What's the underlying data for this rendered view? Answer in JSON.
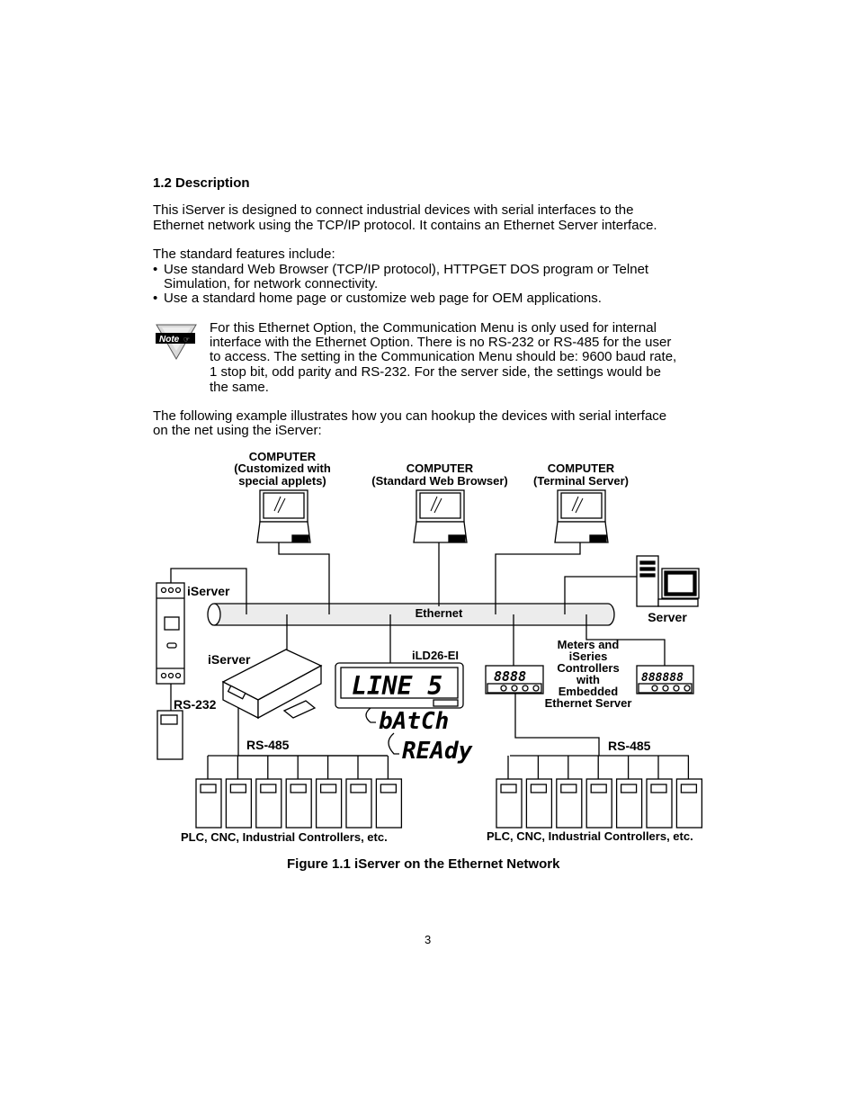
{
  "section": {
    "heading": "1.2 Description",
    "intro_line1": "This iServer is designed to connect industrial devices with serial interfaces to the",
    "intro_line2": "Ethernet network using the TCP/IP protocol. It contains an Ethernet Server interface.",
    "features_intro": "The standard features include:",
    "bullet_char": "•",
    "bullet1_line1": "Use standard Web Browser (TCP/IP protocol), HTTPGET DOS program or Telnet",
    "bullet1_line2": "Simulation, for network connectivity.",
    "bullet2_line1": "Use a standard home page or customize web page for OEM applications."
  },
  "note": {
    "icon_label": "Note",
    "line1": "For this Ethernet Option, the Communication Menu is only used for internal",
    "line2": "interface with the Ethernet Option.  There is no RS-232 or RS-485 for the user",
    "line3": "to access.  The setting in the Communication Menu should be: 9600 baud rate,",
    "line4": "1 stop bit, odd parity and RS-232.  For the server side, the settings would be",
    "line5": "the same."
  },
  "example": {
    "line1": "The following example illustrates how you can hookup the devices with serial interface",
    "line2": "on the net using the iServer:"
  },
  "diagram": {
    "computer1_line1": "COMPUTER",
    "computer1_line2": "(Customized with",
    "computer1_line3": "special applets)",
    "computer2_line1": "COMPUTER",
    "computer2_line2": "(Standard Web Browser)",
    "computer3_line1": "COMPUTER",
    "computer3_line2": "(Terminal Server)",
    "iserver_din": "iServer",
    "ethernet": "Ethernet",
    "server": "Server",
    "iserver_box": "iServer",
    "ild": "iLD26-EI",
    "display_line": "LINE 5",
    "display_batch": "bAtCh",
    "display_ready": "REAdy",
    "meters_line1": "Meters and",
    "meters_line2": "iSeries",
    "meters_line3": "Controllers",
    "meters_line4": "with",
    "meters_line5": "Embedded",
    "meters_line6": "Ethernet Server",
    "meter1_digits": "8888",
    "meter2_digits": "888888",
    "rs232": "RS-232",
    "rs485_left": "RS-485",
    "rs485_right": "RS-485",
    "plc_left": "PLC, CNC, Industrial Controllers, etc.",
    "plc_right": "PLC, CNC, Industrial Controllers, etc."
  },
  "figure_caption": "Figure 1.1 iServer on the Ethernet Network",
  "page_number": "3"
}
